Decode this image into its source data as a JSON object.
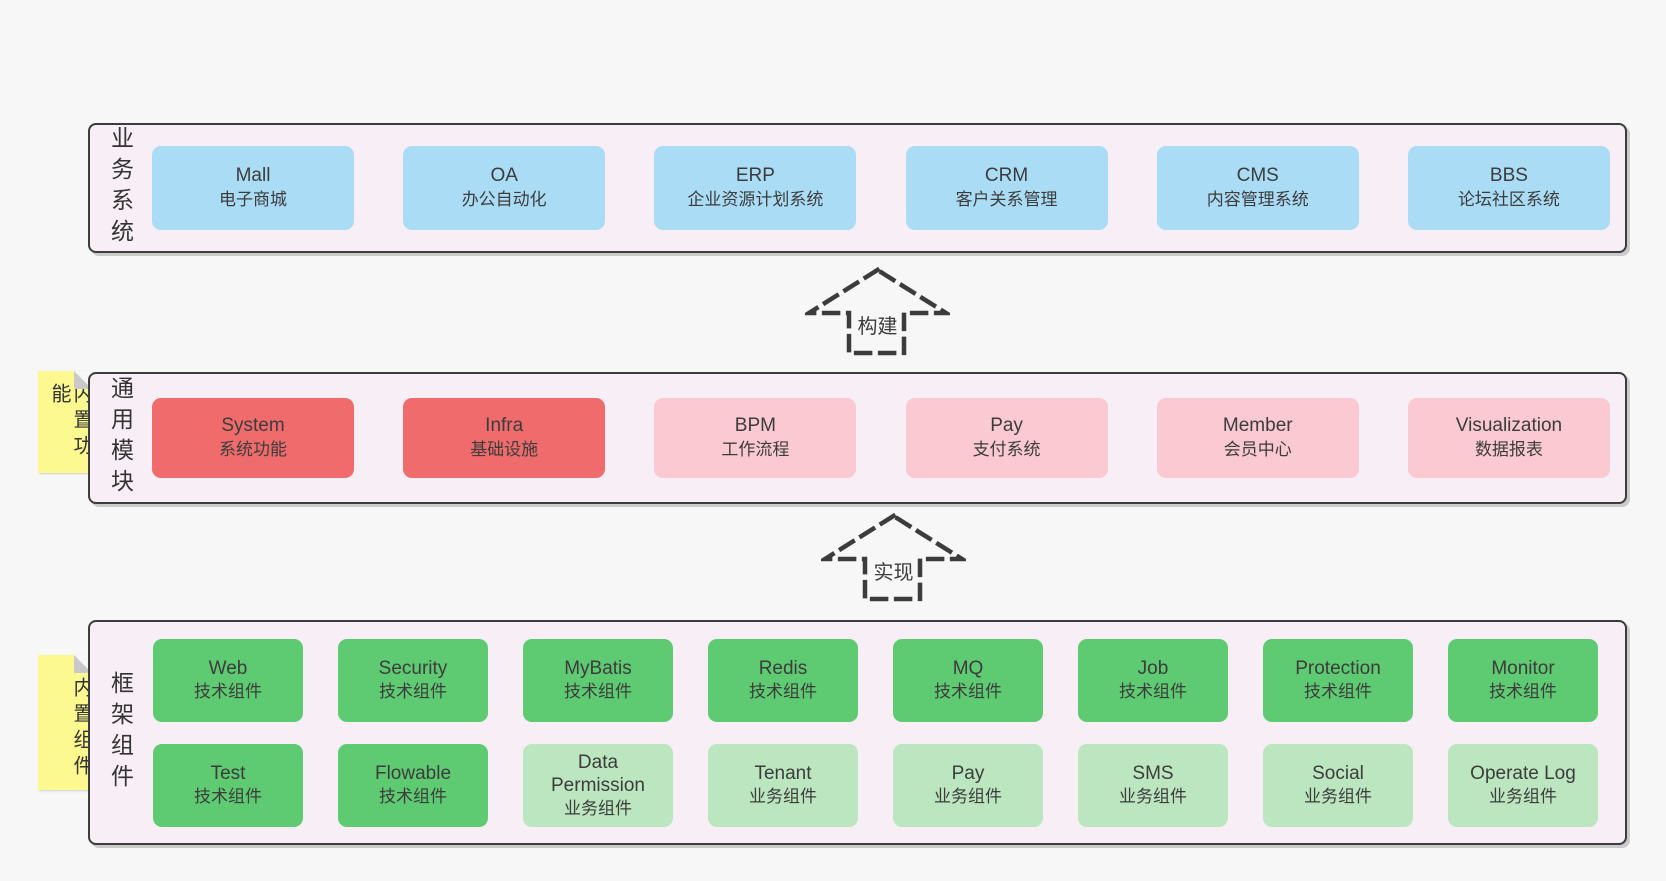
{
  "colors": {
    "page_bg": "#f7f7f7",
    "band_bg": "#f8eef6",
    "band_border": "#3c3c3c",
    "blue_box": "#aadcf6",
    "red_box": "#f06b6c",
    "pink_box": "#fac9d2",
    "green_dark_box": "#5eca71",
    "green_light_box": "#bce6bf",
    "sticky_yellow": "#fbf98f",
    "sticky_fold_gray": "#c9c9c9",
    "text": "#3c3c3c"
  },
  "arrows": {
    "build_label": "构建",
    "implement_label": "实现"
  },
  "business": {
    "label": "业务系统",
    "boxes": [
      {
        "name": "Mall",
        "desc": "电子商城"
      },
      {
        "name": "OA",
        "desc": "办公自动化"
      },
      {
        "name": "ERP",
        "desc": "企业资源计划系统"
      },
      {
        "name": "CRM",
        "desc": "客户关系管理"
      },
      {
        "name": "CMS",
        "desc": "内容管理系统"
      },
      {
        "name": "BBS",
        "desc": "论坛社区系统"
      }
    ]
  },
  "modules": {
    "label": "通用模块",
    "sticky": "内置功能",
    "boxes": [
      {
        "name": "System",
        "desc": "系统功能"
      },
      {
        "name": "Infra",
        "desc": "基础设施"
      },
      {
        "name": "BPM",
        "desc": "工作流程"
      },
      {
        "name": "Pay",
        "desc": "支付系统"
      },
      {
        "name": "Member",
        "desc": "会员中心"
      },
      {
        "name": "Visualization",
        "desc": "数据报表"
      }
    ]
  },
  "components": {
    "label": "框架组件",
    "sticky": "内置组件",
    "row1": [
      {
        "name": "Web",
        "desc": "技术组件"
      },
      {
        "name": "Security",
        "desc": "技术组件"
      },
      {
        "name": "MyBatis",
        "desc": "技术组件"
      },
      {
        "name": "Redis",
        "desc": "技术组件"
      },
      {
        "name": "MQ",
        "desc": "技术组件"
      },
      {
        "name": "Job",
        "desc": "技术组件"
      },
      {
        "name": "Protection",
        "desc": "技术组件"
      },
      {
        "name": "Monitor",
        "desc": "技术组件"
      }
    ],
    "row2": [
      {
        "name": "Test",
        "desc": "技术组件"
      },
      {
        "name": "Flowable",
        "desc": "技术组件"
      },
      {
        "name": "Data Permission",
        "desc": "业务组件"
      },
      {
        "name": "Tenant",
        "desc": "业务组件"
      },
      {
        "name": "Pay",
        "desc": "业务组件"
      },
      {
        "name": "SMS",
        "desc": "业务组件"
      },
      {
        "name": "Social",
        "desc": "业务组件"
      },
      {
        "name": "Operate Log",
        "desc": "业务组件"
      }
    ]
  }
}
